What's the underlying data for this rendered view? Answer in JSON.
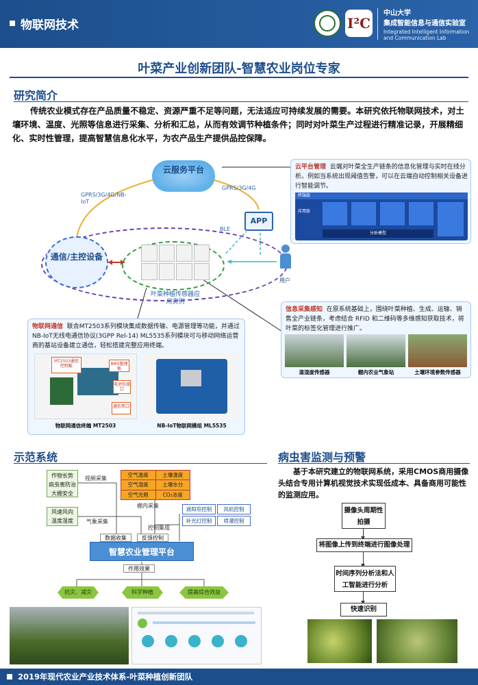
{
  "header": {
    "category": "物联网技术",
    "logo_text": "I²C",
    "org_line1": "中山大学",
    "org_line2": "集成智能信息与通信实验室",
    "org_line3": "Integrated Intelligent Information and Communication Lab"
  },
  "title": "叶菜产业创新团队-智慧农业岗位专家",
  "intro": {
    "heading": "研究简介",
    "text": "传统农业模式存在产品质量不稳定、资源严重不足等问题，无法适应可持续发展的需要。本研究依托物联网技术，对土壤环境、温度、光照等信息进行采集、分析和汇总，从而有效调节种植条件；同时对叶菜生产过程进行精准记录，开展精细化、实时性管理，提高智慧信息化水平，为农产品生产提供品控保障。"
  },
  "diagram": {
    "cloud": "云服务平台",
    "app": "APP",
    "comm_device": "通信/主控设备",
    "sensor_caption": "叶菜种植传感器应用实例",
    "user": "用户",
    "link_left": "GPRS/3G/4G/NB-IoT",
    "link_right": "GPRS/3G/4G",
    "ble": "BLE"
  },
  "cloud_platform": {
    "label": "云平台管理",
    "text": "云端对叶菜全生产链条的信息化管理与实时在线分析。例如当系统出现阈值告警，可以在云端自动控制相关设备进行智能调节。",
    "bar1": "终端层",
    "bar2": "应用层",
    "bar3": "分析模型"
  },
  "info_collection": {
    "label": "信息采集感知",
    "text": "在原系统基础上，围绕叶菜种植、生成、运输、销售全产业链条，考虑结合 RFID 和二维码等多维感知获取技术，将叶菜的标签化管理进行推广。",
    "captions": [
      "温湿度传感器",
      "棚内农业气象站",
      "土壤环境参数传感器"
    ]
  },
  "iot_comm": {
    "label": "物联网通信",
    "text": "联合MT2503系列模块集成数据传输、电源管理等功能，并通过NB-IoT无线电通信协议(3GPP Rel-14) ML5535系列模块可与移动网络运营商的基站设备建立通信，轻松搭建完整应用终端。",
    "callouts": [
      "MT2503通信控制板",
      "BMS管理板",
      "电池包接口",
      "通信串口"
    ],
    "captions": [
      "物联网通信终端 MT2503",
      "NB-IoT物联网模组 ML5535"
    ]
  },
  "demo": {
    "heading": "示范系统",
    "left_group": [
      "作物长势",
      "病虫害防治",
      "大棚安全"
    ],
    "left_group_label": "视频采集",
    "sensors": [
      "空气温度",
      "土壤温度",
      "空气湿度",
      "土壤水分",
      "空气光照",
      "CO₂浓度"
    ],
    "weather": [
      "风速风向",
      "温度湿度"
    ],
    "weather_label": "气象采集",
    "greenhouse_label": "棚内采集",
    "controls": [
      "遮阳帘控制",
      "风机控制",
      "补光灯控制",
      "喷灌控制"
    ],
    "control_label": "控制集成",
    "data_collect": "数据收集",
    "feedback": "反馈控制",
    "platform": "智慧农业管理平台",
    "effect_label": "作用效果",
    "outcomes": [
      "抗灾、减灾",
      "科学种植",
      "提高综合效益"
    ]
  },
  "pest": {
    "heading": "病虫害监测与预警",
    "text": "基于本研究建立的物联网系统，采用CMOS商用摄像头结合专用计算机视觉技术实现低成本、具备商用可能性的监测应用。",
    "steps": [
      "摄像头周期性拍摄",
      "将图像上传到终端进行图像处理",
      "时间序列分析法和人工智能进行分析",
      "快速识别"
    ]
  },
  "footer": "2019年现代农业产业技术体系-叶菜种植创新团队"
}
